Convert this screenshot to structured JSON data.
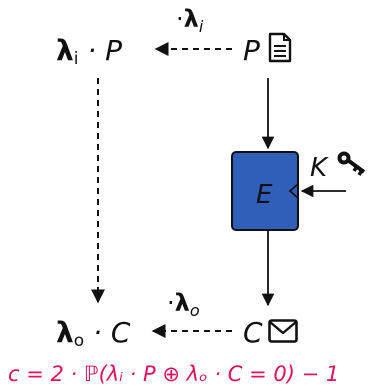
{
  "nodes": {
    "top_left_lambda": "λ",
    "top_left_sub": "i",
    "top_left_rest": " · P",
    "top_right": "P",
    "bottom_left_lambda": "λ",
    "bottom_left_sub": "o",
    "bottom_left_rest": " · C",
    "bottom_right": "C",
    "encryptor": "E",
    "key": "K"
  },
  "edges": {
    "top_label_dot": "·",
    "top_label_lambda": "λ",
    "top_label_sub": "i",
    "bottom_label_dot": "·",
    "bottom_label_lambda": "λ",
    "bottom_label_sub": "o"
  },
  "formula": {
    "text": "c = 2 · ℙ(λᵢ · P ⊕ λₒ · C = 0) − 1"
  },
  "icons": {
    "document": "document-icon",
    "envelope": "envelope-icon",
    "key": "key-icon"
  },
  "colors": {
    "block_fill": "#2f5fb8",
    "block_stroke": "#111111",
    "formula": "#e0115f",
    "lines": "#111111"
  }
}
